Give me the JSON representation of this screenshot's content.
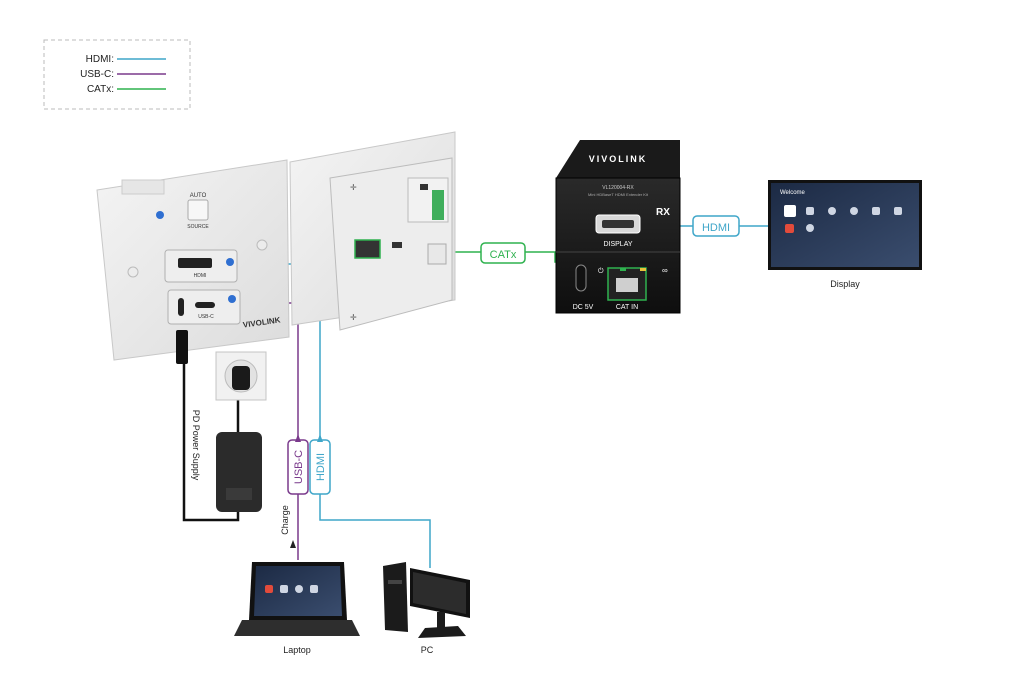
{
  "legend": {
    "items": [
      {
        "label": "HDMI:",
        "color": "#3fa6c9"
      },
      {
        "label": "USB-C:",
        "color": "#7a3a8c"
      },
      {
        "label": "CATx:",
        "color": "#2fb24f"
      }
    ]
  },
  "wallplate": {
    "auto_label": "AUTO",
    "source_label": "SOURCE",
    "hdmi_port_label": "HDMI",
    "usbc_port_label": "USB-C",
    "brand": "VIVOLINK"
  },
  "receiver": {
    "brand": "VIVOLINK",
    "model_text": "VL120004-RX",
    "subtitle": "Mini HDBaseT HDMI Extender Kit",
    "rx_label": "RX",
    "display_port_label": "DISPLAY",
    "dc_label": "DC 5V",
    "catin_label": "CAT IN"
  },
  "tags": {
    "catx": "CATx",
    "hdmi_rx": "HDMI",
    "usbc_vertical": "USB-C",
    "hdmi_vertical": "HDMI",
    "charge": "Charge",
    "pd_power": "PD Power Supply"
  },
  "devices": {
    "display_label": "Display",
    "display_welcome": "Welcome",
    "laptop_label": "Laptop",
    "pc_label": "PC"
  },
  "colors": {
    "hdmi": "#3fa6c9",
    "usbc": "#7a3a8c",
    "catx": "#2fb24f"
  }
}
